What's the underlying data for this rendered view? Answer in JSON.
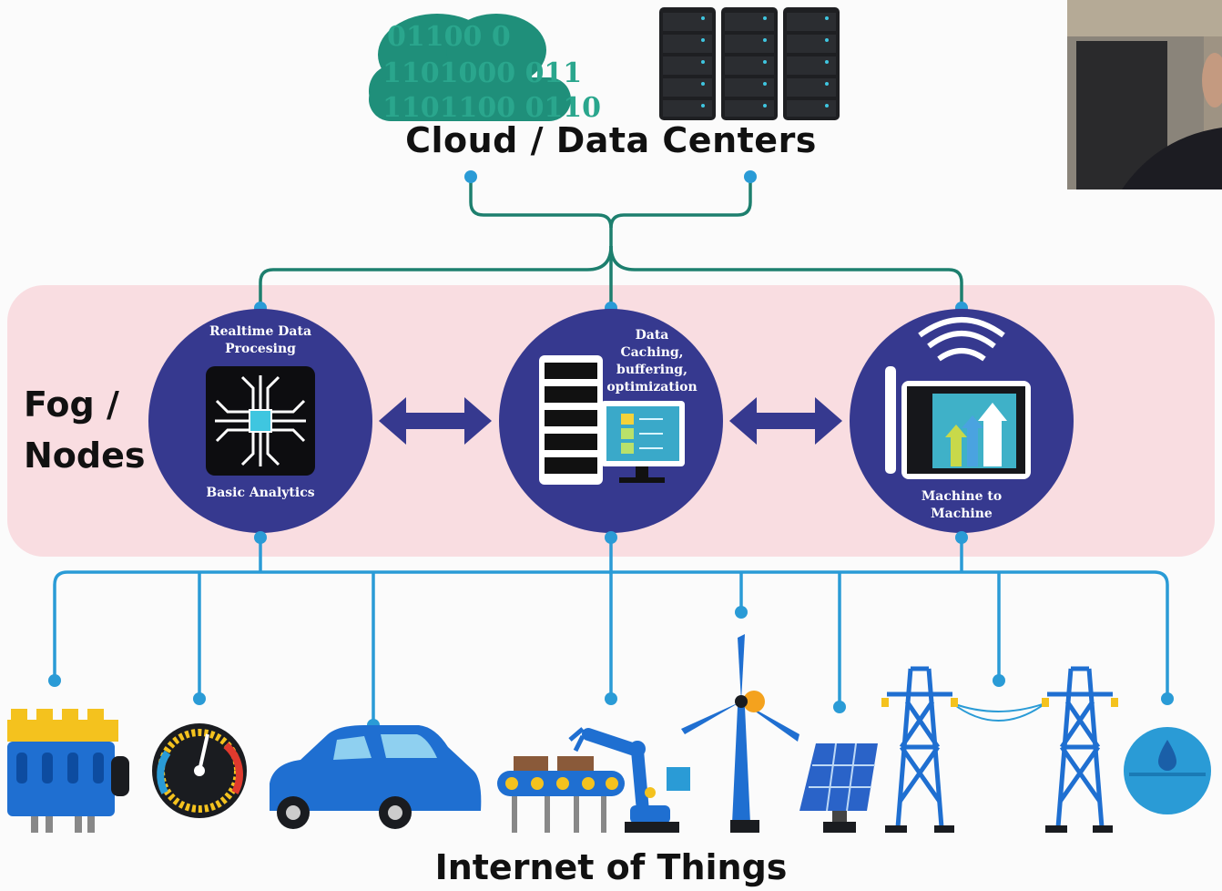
{
  "titles": {
    "cloud": "Cloud / Data Centers",
    "fog_line1": "Fog /",
    "fog_line2": "Nodes",
    "iot": "Internet of Things"
  },
  "cloud_binary": [
    "01100 0",
    "1101000 011",
    "1101100 0110"
  ],
  "nodes": {
    "left": {
      "top": "Realtime Data Procesing",
      "bottom": "Basic Analytics"
    },
    "center": {
      "top": "Data Caching, buffering, optimization"
    },
    "right": {
      "bottom": "Machine to Machine"
    }
  },
  "colors": {
    "cloud_link": "#1d7f6e",
    "iot_link": "#2a9bd6",
    "node_fill": "#36398f",
    "fog_band": "#f9dde1",
    "device_blue": "#1f6fd1"
  },
  "icons": [
    "cloud-icon",
    "server-rack-icon",
    "chip-icon",
    "server-monitor-icon",
    "tablet-chart-icon",
    "engine-icon",
    "gauge-icon",
    "car-icon",
    "robot-arm-icon",
    "wind-turbine-icon",
    "solar-panel-icon",
    "power-tower-icon",
    "water-drop-icon"
  ]
}
